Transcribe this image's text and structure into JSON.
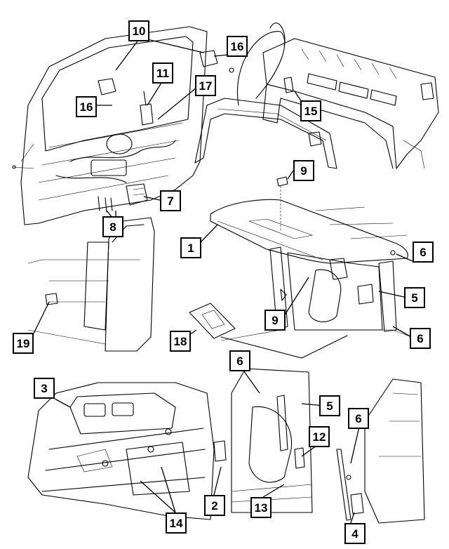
{
  "callouts": [
    {
      "id": "c10",
      "label": "10"
    },
    {
      "id": "c16a",
      "label": "16"
    },
    {
      "id": "c11",
      "label": "11"
    },
    {
      "id": "c17",
      "label": "17"
    },
    {
      "id": "c16b",
      "label": "16"
    },
    {
      "id": "c15",
      "label": "15"
    },
    {
      "id": "c9a",
      "label": "9"
    },
    {
      "id": "c7",
      "label": "7"
    },
    {
      "id": "c8",
      "label": "8"
    },
    {
      "id": "c1",
      "label": "1"
    },
    {
      "id": "c6a",
      "label": "6"
    },
    {
      "id": "c5a",
      "label": "5"
    },
    {
      "id": "c9b",
      "label": "9"
    },
    {
      "id": "c6b",
      "label": "6"
    },
    {
      "id": "c19",
      "label": "19"
    },
    {
      "id": "c18",
      "label": "18"
    },
    {
      "id": "c3",
      "label": "3"
    },
    {
      "id": "c6c",
      "label": "6"
    },
    {
      "id": "c5b",
      "label": "5"
    },
    {
      "id": "c12",
      "label": "12"
    },
    {
      "id": "c6d",
      "label": "6"
    },
    {
      "id": "c2",
      "label": "2"
    },
    {
      "id": "c14",
      "label": "14"
    },
    {
      "id": "c13",
      "label": "13"
    },
    {
      "id": "c4",
      "label": "4"
    }
  ]
}
